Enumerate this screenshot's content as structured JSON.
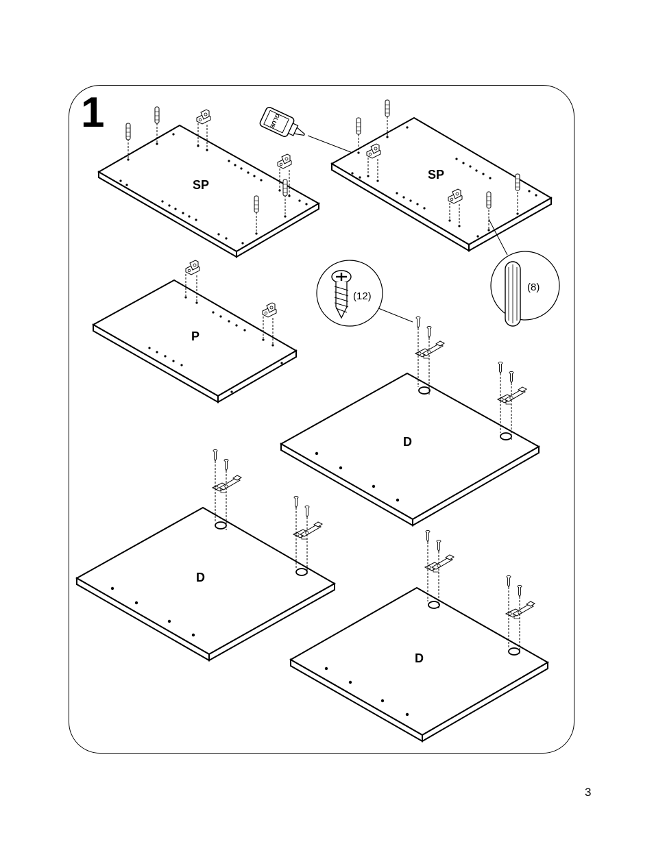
{
  "step": {
    "number": "1"
  },
  "page": {
    "number": "3"
  },
  "glue": {
    "text": "GLUE"
  },
  "panels": [
    {
      "id": "sp-left",
      "label": "SP"
    },
    {
      "id": "sp-right",
      "label": "SP"
    },
    {
      "id": "p",
      "label": "P"
    },
    {
      "id": "d-right-top",
      "label": "D"
    },
    {
      "id": "d-left",
      "label": "D"
    },
    {
      "id": "d-right-bottom",
      "label": "D"
    }
  ],
  "callouts": {
    "screw": {
      "quantity": "(12)"
    },
    "dowel": {
      "quantity": "(8)"
    }
  }
}
